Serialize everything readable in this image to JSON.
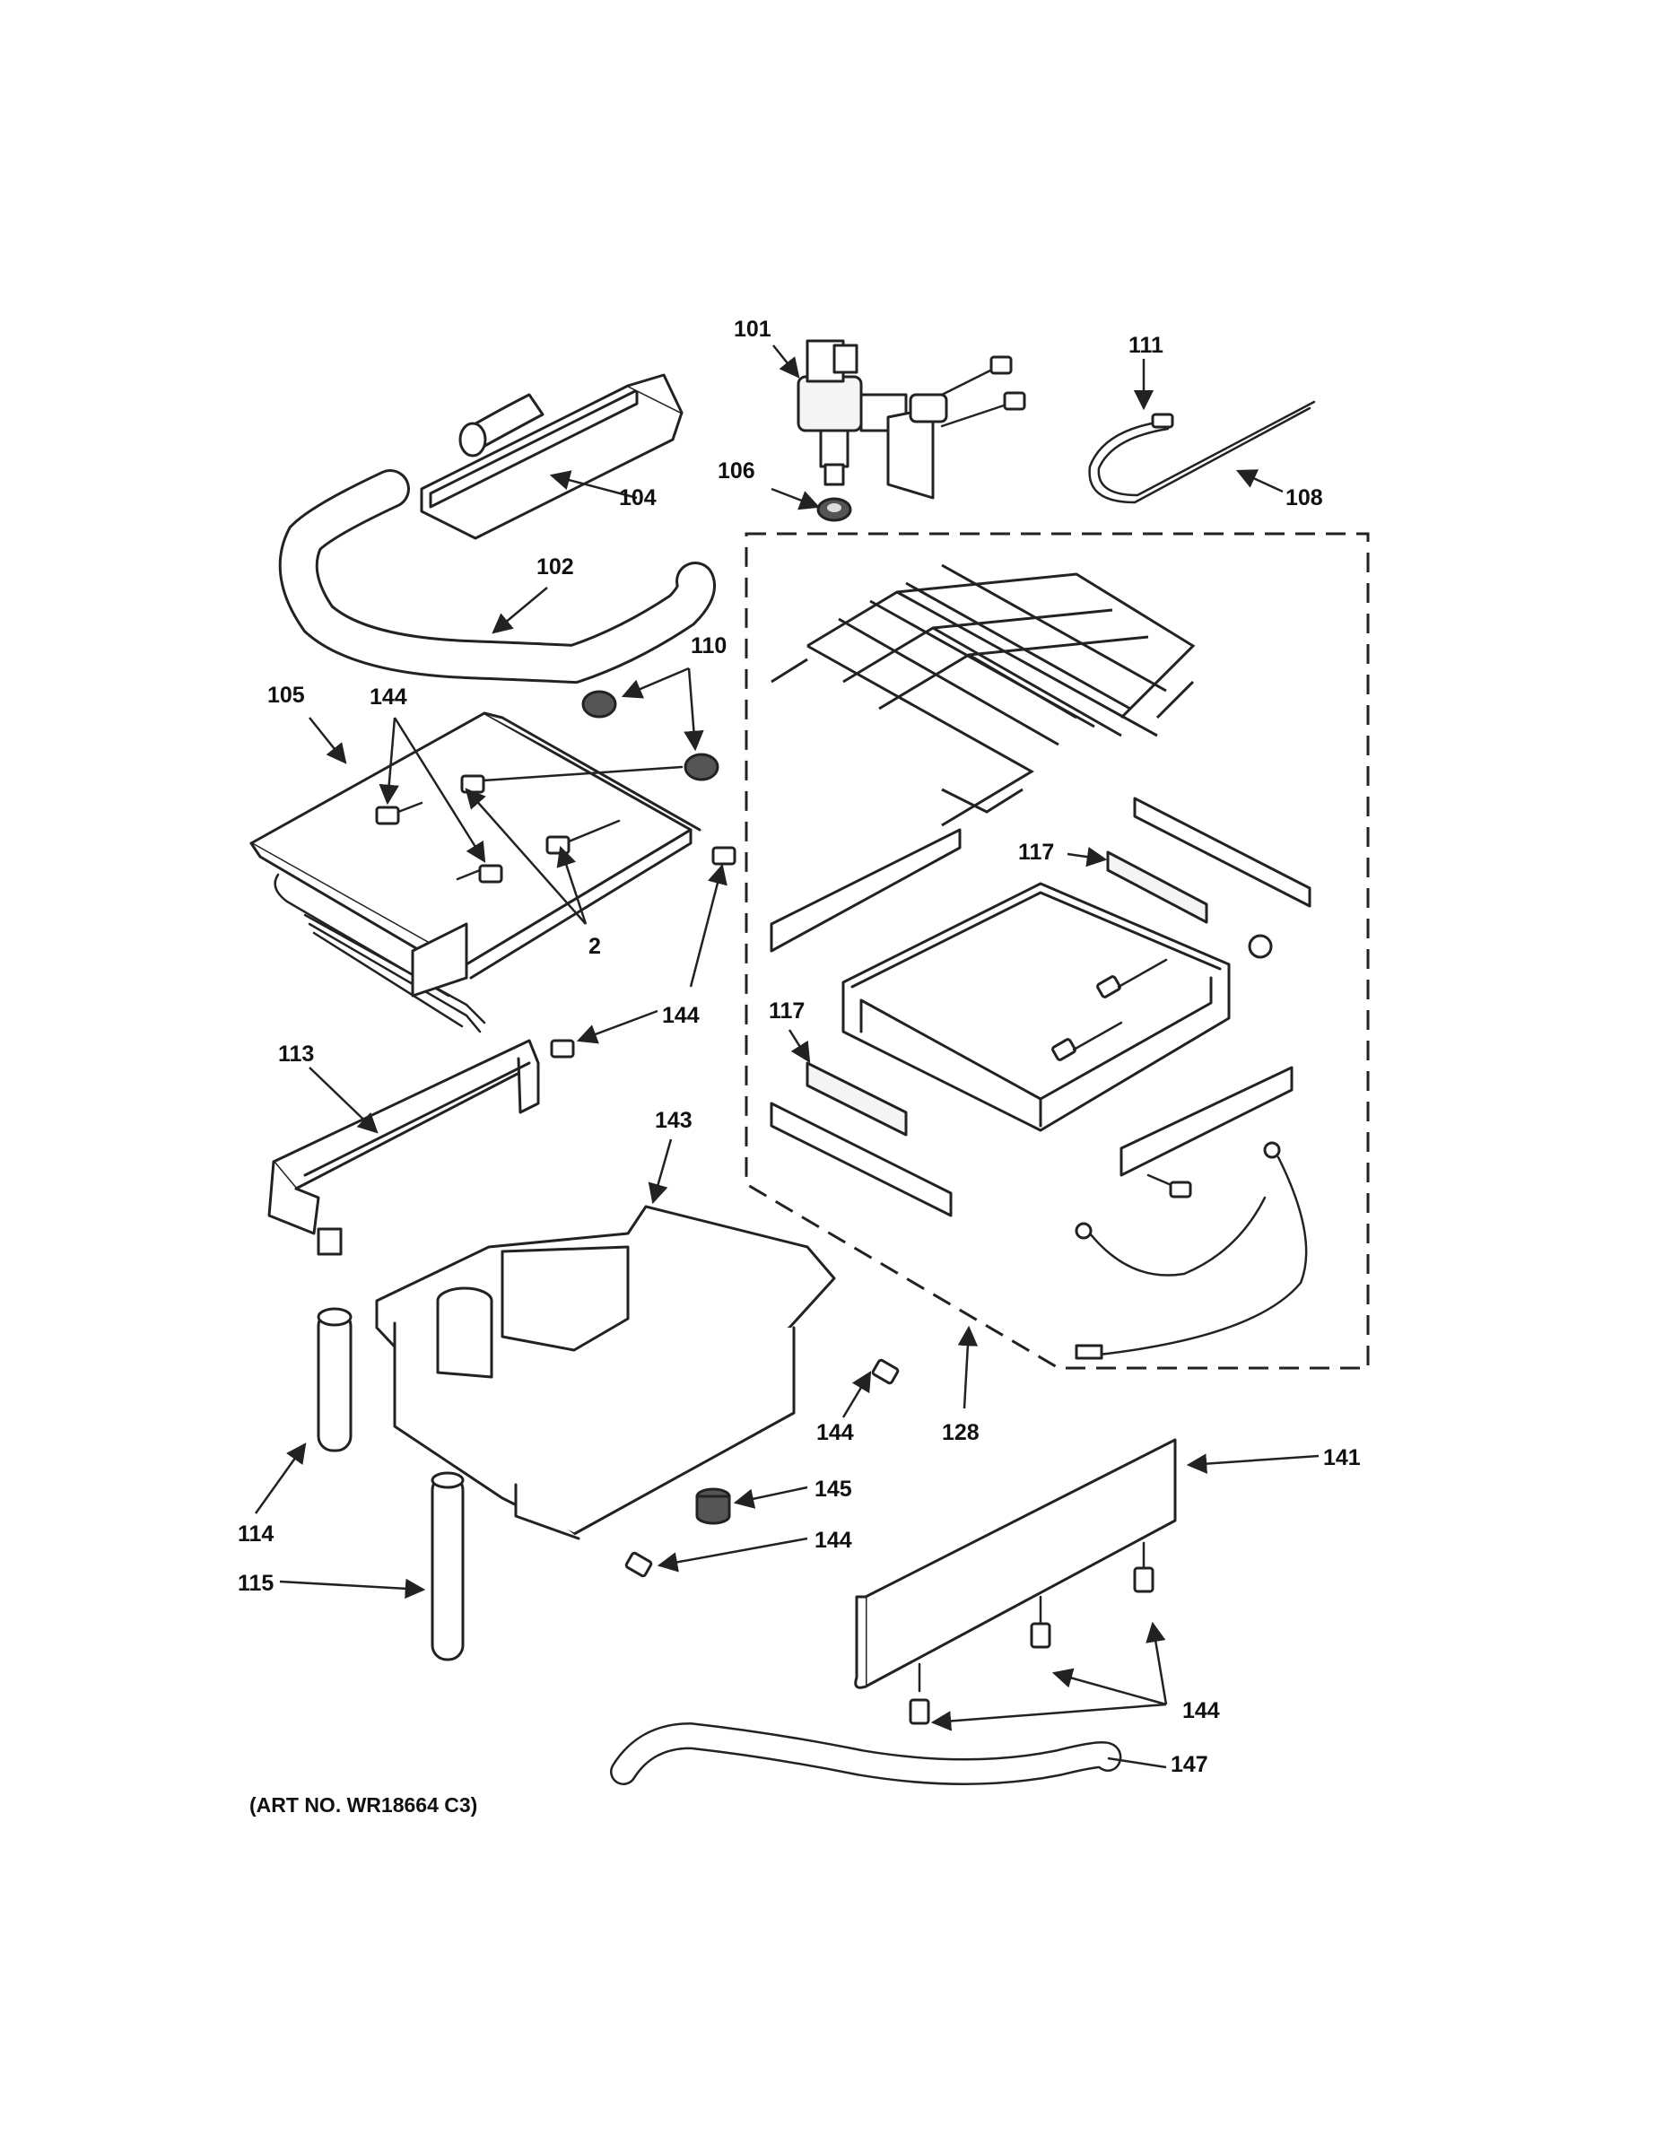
{
  "callouts": {
    "c101": "101",
    "c104": "104",
    "c106": "106",
    "c111": "111",
    "c108": "108",
    "c102": "102",
    "c110": "110",
    "c105": "105",
    "c144_a": "144",
    "c2": "2",
    "c144_b": "144",
    "c113": "113",
    "c143": "143",
    "c117_a": "117",
    "c117_b": "117",
    "c144_c": "144",
    "c128": "128",
    "c141": "141",
    "c114": "114",
    "c145": "145",
    "c144_d": "144",
    "c115": "115",
    "c144_e": "144",
    "c147": "147"
  },
  "footer": {
    "art_number": "(ART NO. WR18664 C3)"
  }
}
